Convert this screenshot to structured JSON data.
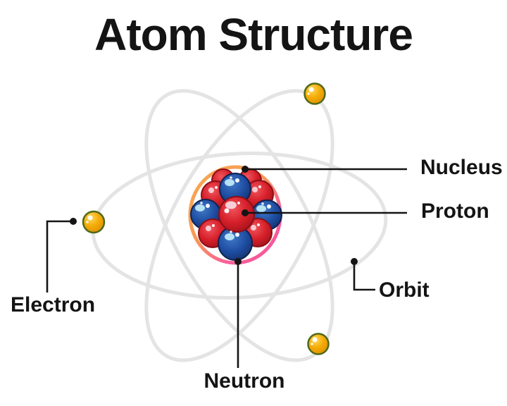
{
  "title": "Atom Structure",
  "diagram": {
    "labels": {
      "nucleus": "Nucleus",
      "proton": "Proton",
      "neutron": "Neutron",
      "electron": "Electron",
      "orbit": "Orbit"
    },
    "counts": {
      "orbits_shown": 3,
      "electrons_shown": 3
    },
    "colors": {
      "background": "#ffffff",
      "text": "#141414",
      "connector_line": "#141414",
      "orbit_path_gray": "#e4e4e4",
      "nucleus_ring_orange": "#f8a94f",
      "nucleus_ring_pink": "#f8539c",
      "proton_red": "#d6202a",
      "neutron_blue": "#1d4ca0",
      "electron_gold": "#f5ac07",
      "electron_outline": "#50691b"
    }
  }
}
